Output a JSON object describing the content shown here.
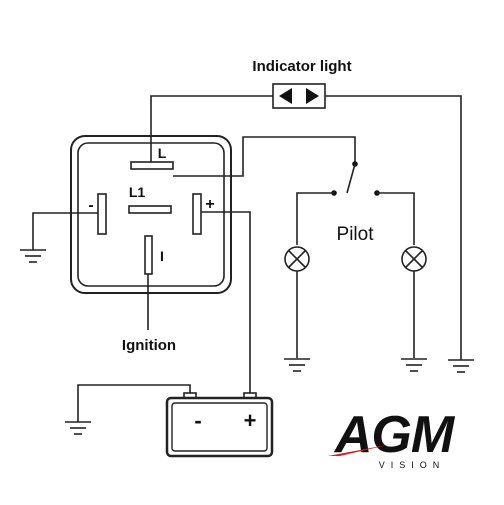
{
  "labels": {
    "indicator_light": "Indicator light",
    "pin_l": "L",
    "pin_l1": "L1",
    "pin_minus": "-",
    "pin_plus": "+",
    "pin_i": "I",
    "ignition": "Ignition",
    "pilot": "Pilot",
    "battery_minus": "-",
    "battery_plus": "+"
  },
  "logo": {
    "brand": "AGM",
    "sub": "VISION",
    "colors": {
      "primary": "#111111",
      "accent": "#d8201f"
    }
  },
  "colors": {
    "line": "#222222",
    "background": "#ffffff"
  }
}
